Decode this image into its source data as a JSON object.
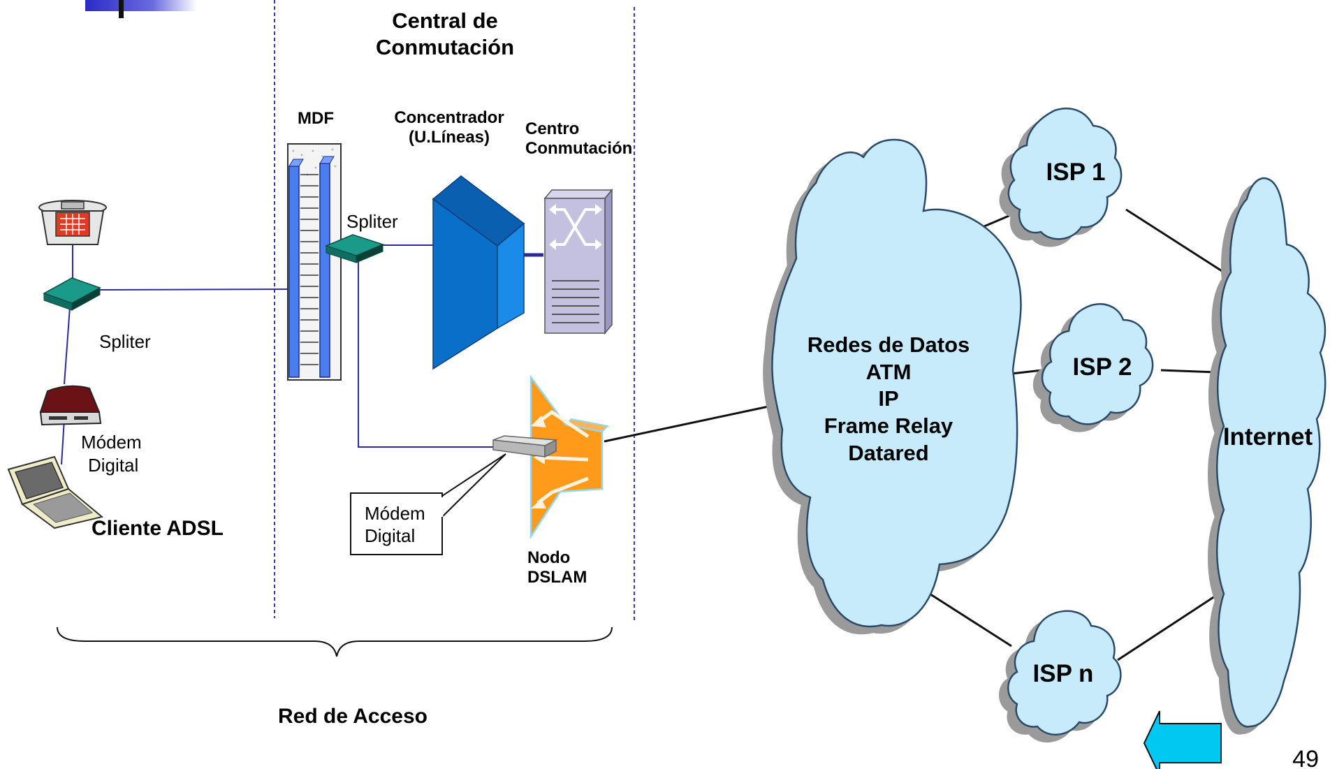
{
  "header": {
    "title_line1": "Central de",
    "title_line2": "Conmutación"
  },
  "labels": {
    "mdf": "MDF",
    "concentrador_line1": "Concentrador",
    "concentrador_line2": "(U.Líneas)",
    "centro_line1": "Centro",
    "centro_line2": "Conmutación",
    "spliter_central": "Spliter",
    "spliter_client": "Spliter",
    "modem_client_line1": "Módem",
    "modem_client_line2": "Digital",
    "cliente": "Cliente ADSL",
    "modem_callout_line1": "Módem",
    "modem_callout_line2": "Digital",
    "nodo_line1": "Nodo",
    "nodo_line2": "DSLAM",
    "red_acceso": "Red de Acceso"
  },
  "clouds": {
    "data_networks": [
      "Redes de Datos",
      "ATM",
      "IP",
      "Frame Relay",
      "Datared"
    ],
    "isp1": "ISP 1",
    "isp2": "ISP 2",
    "ispn": "ISP n",
    "internet": "Internet"
  },
  "footer": {
    "page_number": "49"
  },
  "colors": {
    "cloud_fill": "#c7ebfb",
    "mdf_blue": "#4a7df0",
    "concentrator_blue": "#0a6fc8",
    "switch_lilac": "#c4c1e0",
    "dslam_orange": "#ff9a1a",
    "splitter_teal": "#1a9b8a",
    "link_blue": "#2a2aa0",
    "nav_arrow": "#00c8f0",
    "divider_blue": "#3a3ab0"
  }
}
